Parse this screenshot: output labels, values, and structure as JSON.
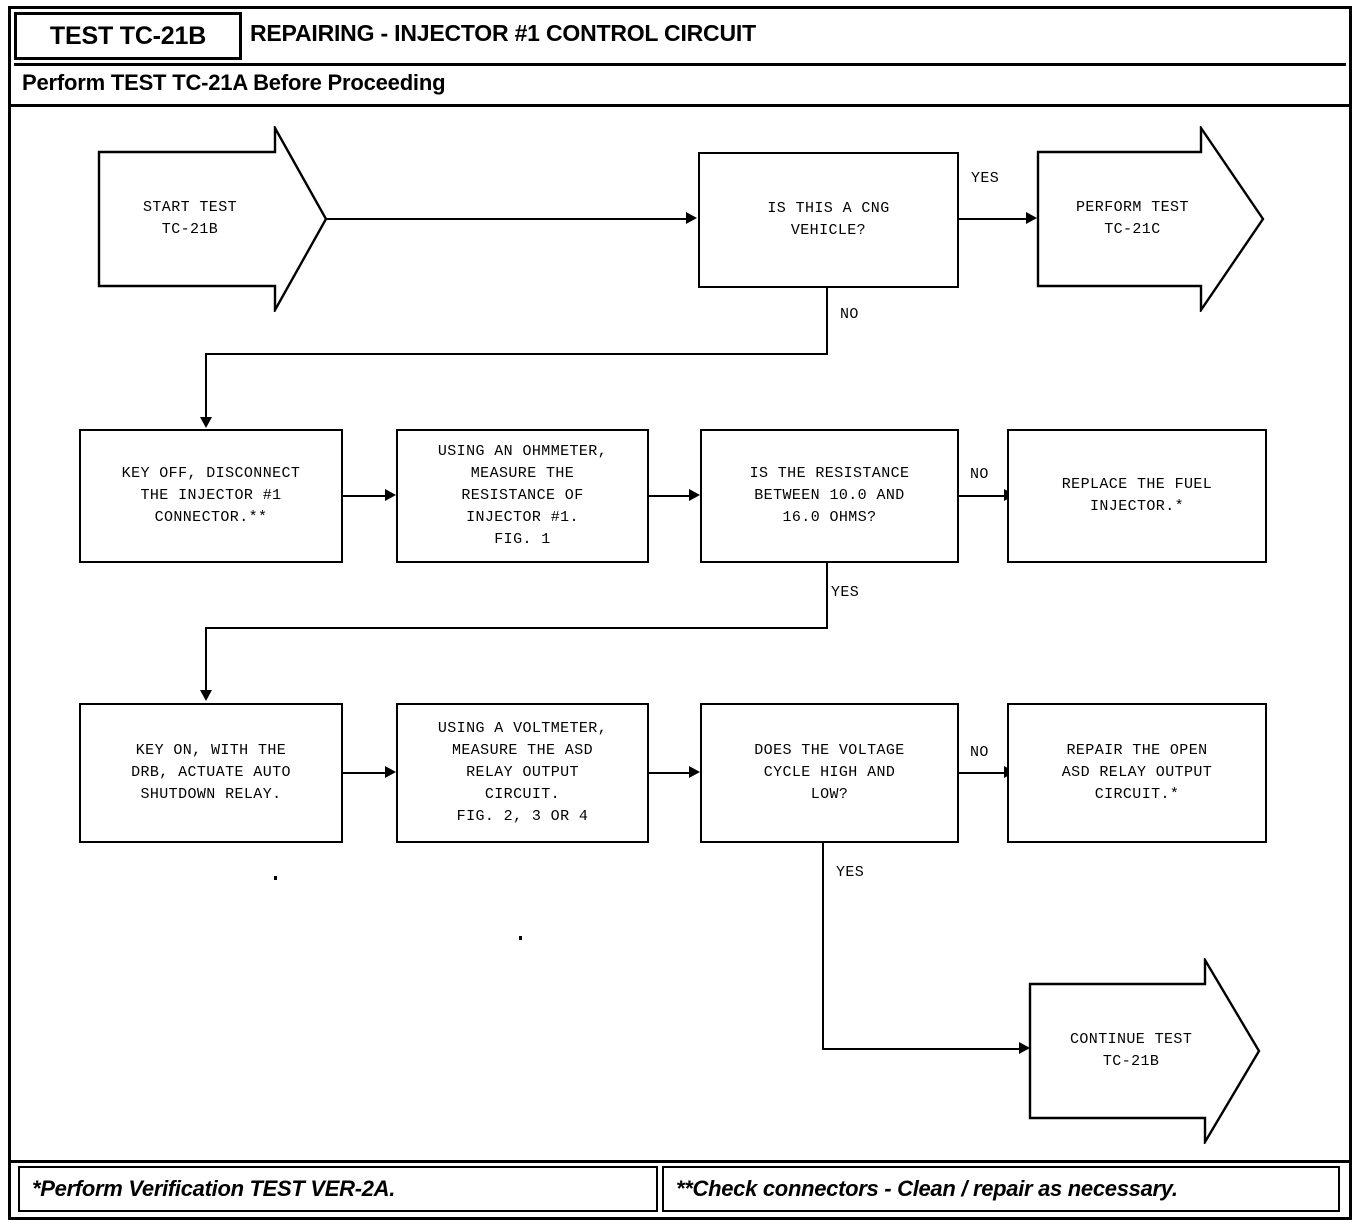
{
  "header": {
    "test_id": "TEST TC-21B",
    "title": "REPAIRING - INJECTOR #1 CONTROL CIRCUIT",
    "subtitle": "Perform TEST TC-21A Before Proceeding"
  },
  "footer": {
    "note_left": "*Perform Verification TEST VER-2A.",
    "note_right": "**Check connectors - Clean / repair as necessary."
  },
  "nodes": {
    "start": "START TEST\nTC-21B",
    "cng_question": "IS THIS A CNG\nVEHICLE?",
    "perform_tc21c": "PERFORM TEST\nTC-21C",
    "key_off": "KEY OFF, DISCONNECT\nTHE INJECTOR #1\nCONNECTOR.**",
    "ohmmeter": "USING AN OHMMETER,\nMEASURE THE\nRESISTANCE OF\nINJECTOR #1.\nFIG. 1",
    "resistance_question": "IS THE RESISTANCE\nBETWEEN 10.0 AND\n16.0 OHMS?",
    "replace_injector": "REPLACE THE FUEL\nINJECTOR.*",
    "key_on": "KEY ON, WITH THE\nDRB, ACTUATE AUTO\nSHUTDOWN RELAY.",
    "voltmeter": "USING A VOLTMETER,\nMEASURE THE ASD\nRELAY OUTPUT\nCIRCUIT.\nFIG. 2, 3 OR 4",
    "voltage_question": "DOES THE VOLTAGE\nCYCLE HIGH AND\nLOW?",
    "repair_open": "REPAIR THE OPEN\nASD RELAY OUTPUT\nCIRCUIT.*",
    "continue_test": "CONTINUE TEST\nTC-21B"
  },
  "edges": {
    "cng_yes": "YES",
    "cng_no": "NO",
    "resistance_no": "NO",
    "resistance_yes": "YES",
    "voltage_no": "NO",
    "voltage_yes": "YES"
  },
  "colors": {
    "line": "#000000",
    "background": "#ffffff"
  }
}
